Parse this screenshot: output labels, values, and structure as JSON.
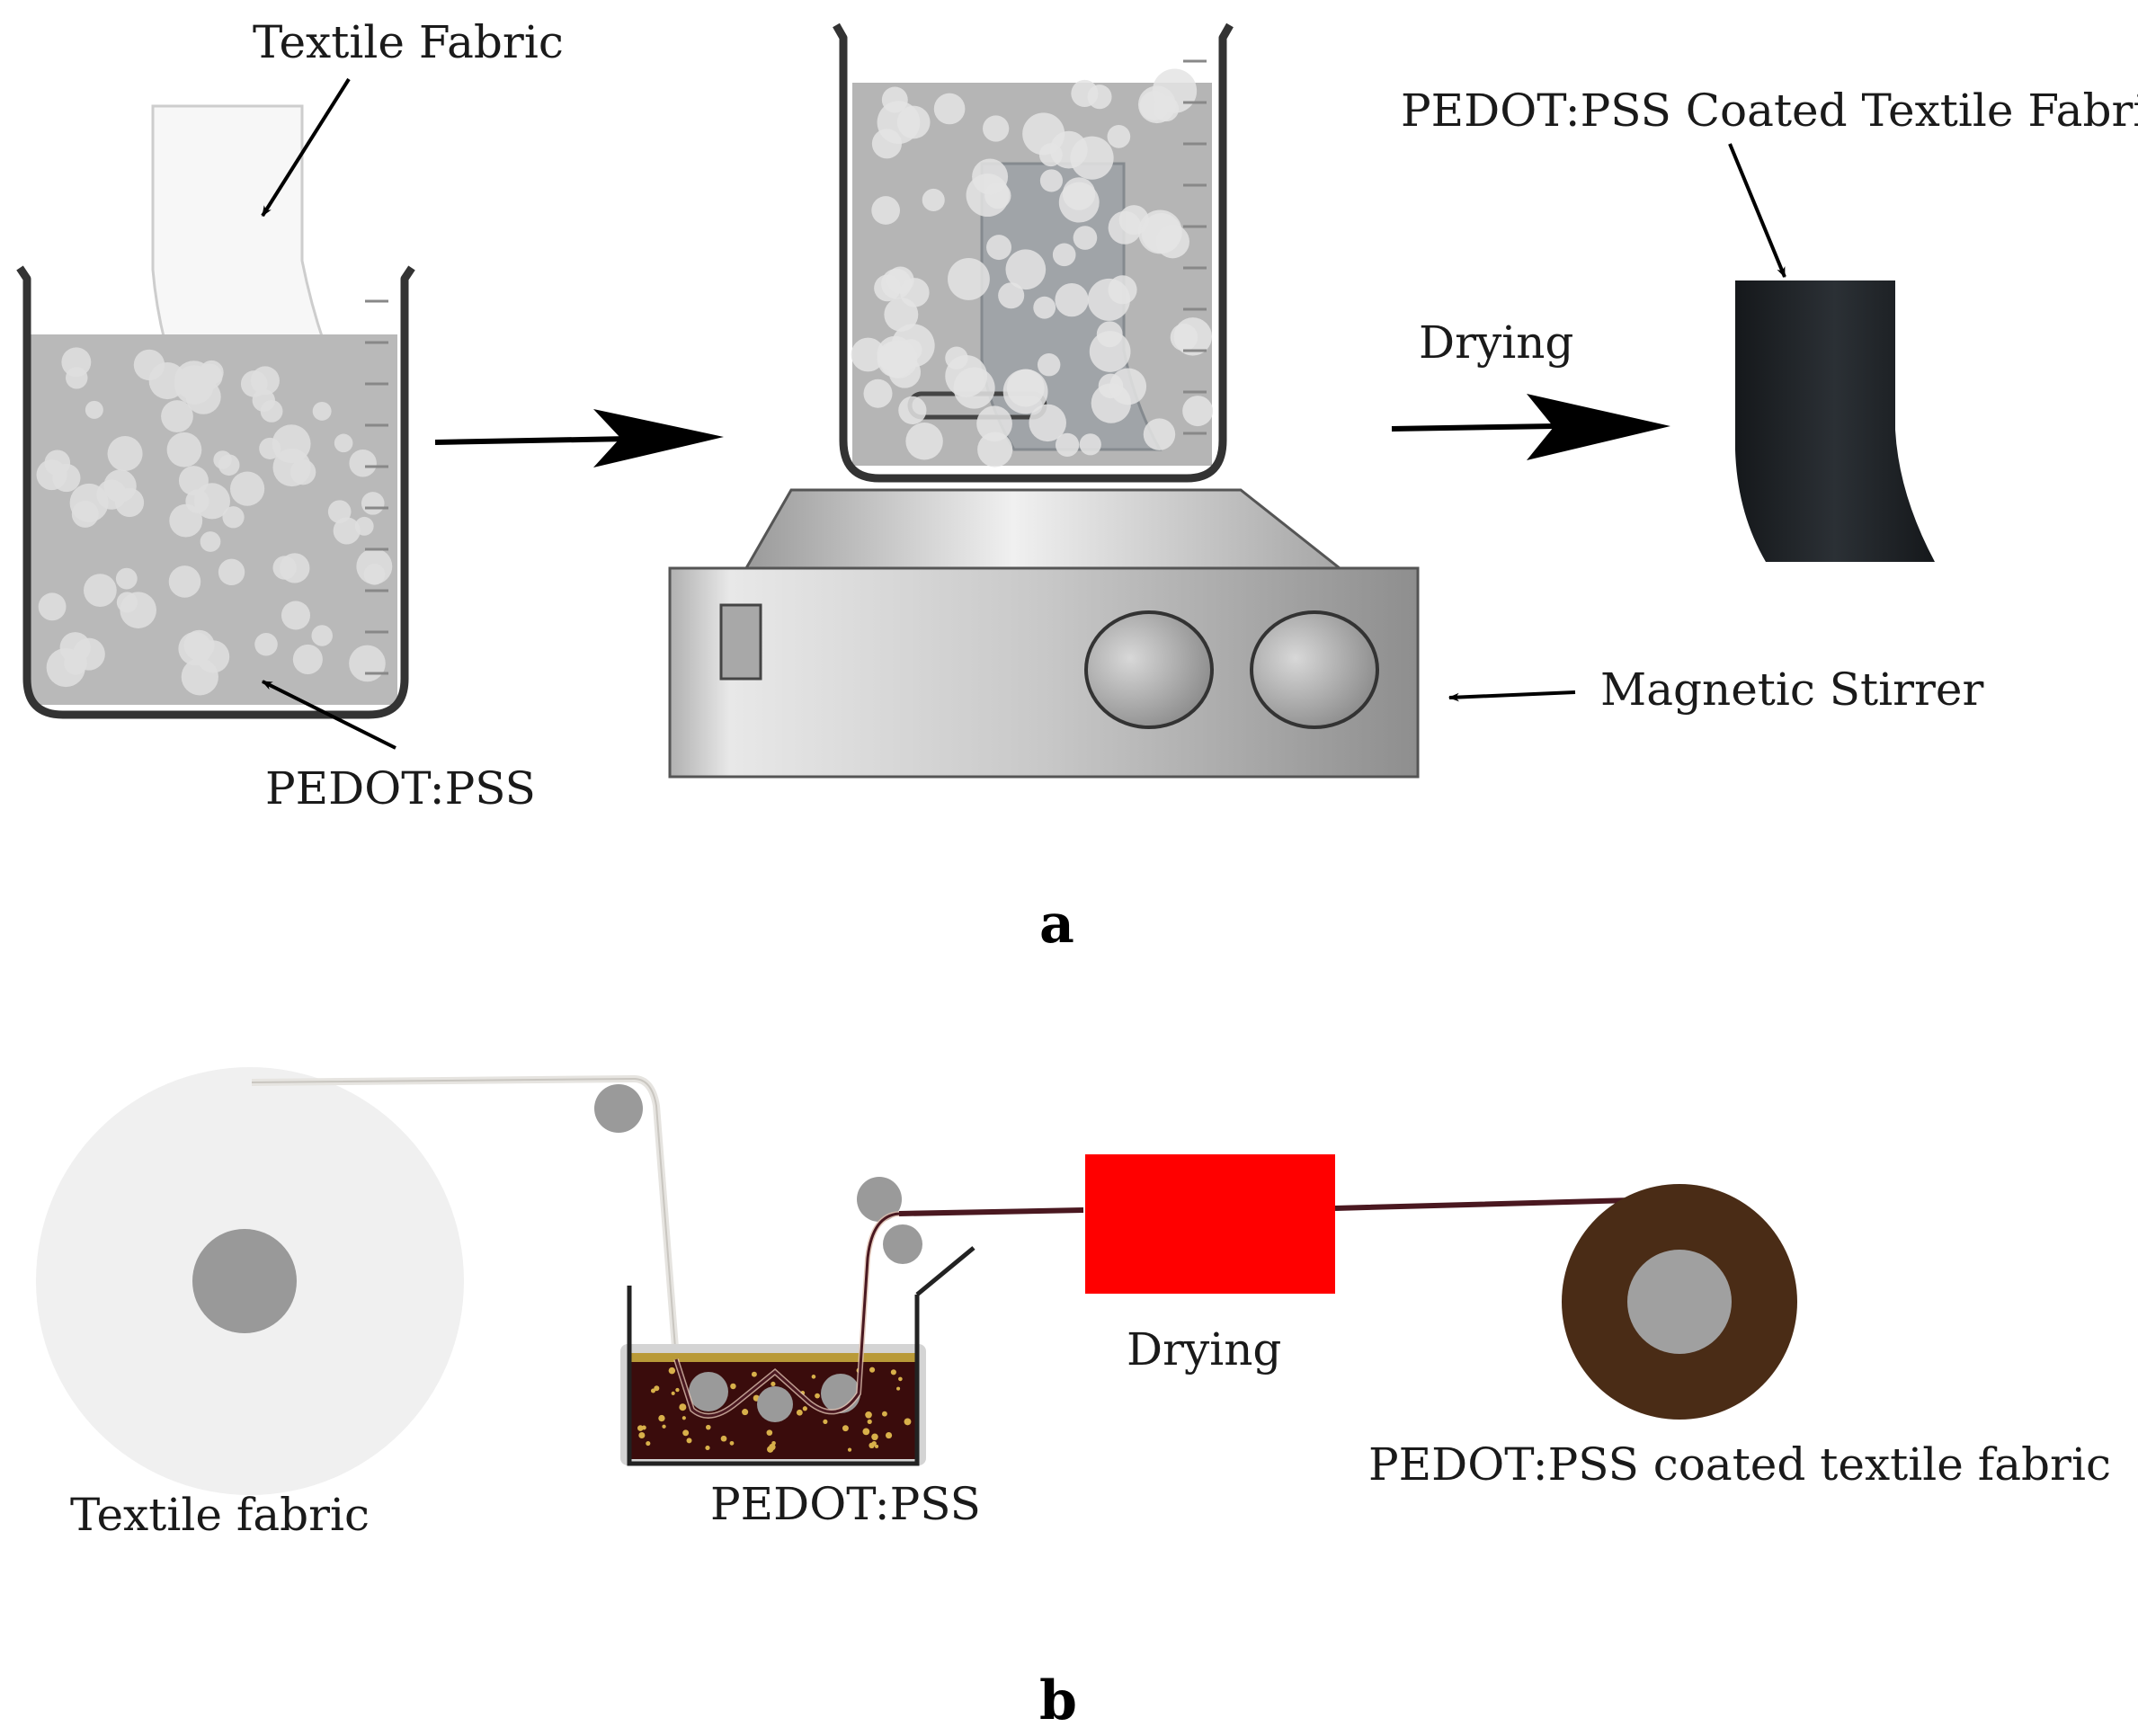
{
  "panel_a": {
    "label": "a",
    "textile_fabric": "Textile Fabric",
    "pedot_pss": "PEDOT:PSS",
    "coated_fabric": "PEDOT:PSS Coated Textile Fabric",
    "drying": "Drying",
    "magnetic_stirrer": "Magnetic Stirrer"
  },
  "panel_b": {
    "label": "b",
    "textile_fabric": "Textile fabric",
    "pedot_pss": "PEDOT:PSS",
    "drying": "Drying",
    "coated_fabric": "PEDOT:PSS coated textile fabric"
  },
  "colors": {
    "solution_gray": "#b9b9b9",
    "bubble": "#dcdcdc",
    "coated_fabric": "#22262a",
    "dryer_red": "#ff0000",
    "roll_brown": "#4a2c16",
    "bath_dark": "#3a0c0c",
    "fabric_wire": "#4a1820"
  }
}
